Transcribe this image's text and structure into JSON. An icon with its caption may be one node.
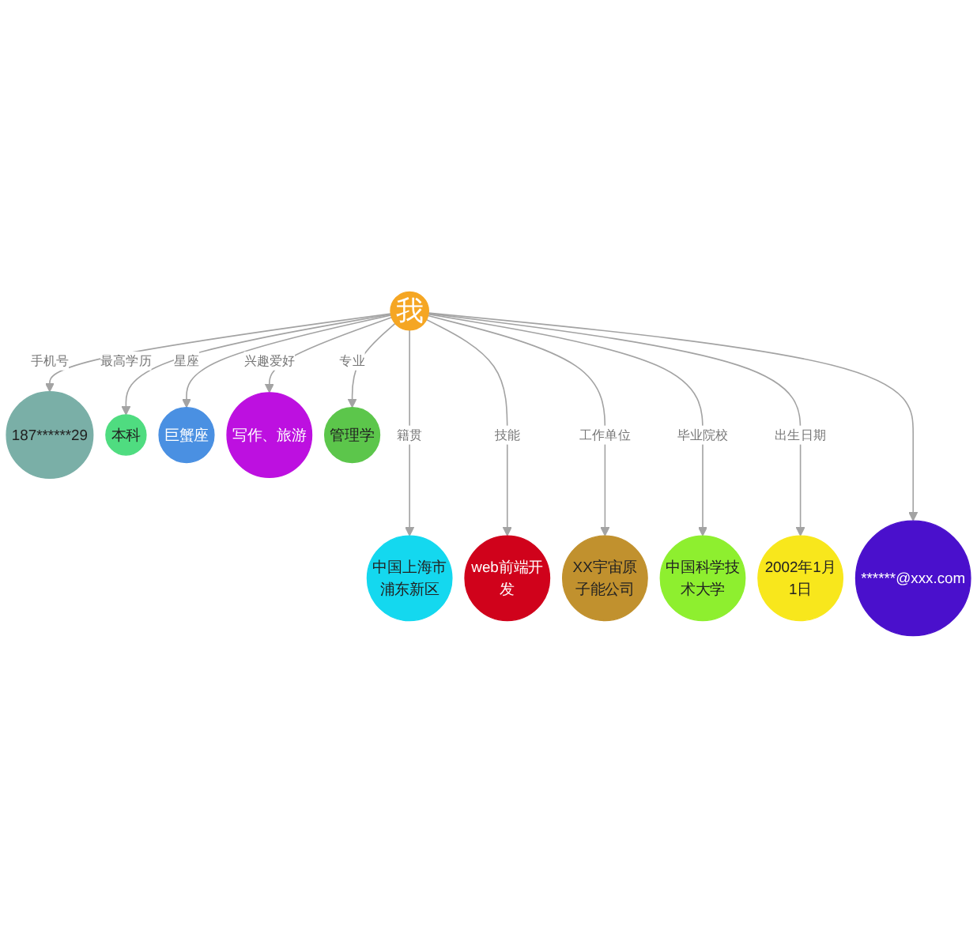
{
  "diagram": {
    "nodes": [
      {
        "text": [
          "我"
        ]
      },
      {
        "text": [
          "187******29"
        ]
      },
      {
        "text": [
          "本科"
        ]
      },
      {
        "text": [
          "中国上海市浦东新区"
        ]
      },
      {
        "text": [
          "巨蟹座"
        ]
      },
      {
        "text": [
          "web前端开发"
        ]
      },
      {
        "text": [
          "XX宇宙原子能公司"
        ]
      },
      {
        "text": [
          "写作、旅游"
        ]
      },
      {
        "text": [
          "管理学"
        ]
      },
      {
        "text": [
          "中国科学技术大学"
        ]
      },
      {
        "text": [
          "2002年1月1日"
        ]
      },
      {
        "text": [
          "******@xxx.com"
        ]
      }
    ],
    "edges": [
      {
        "from": 0,
        "to": 1,
        "arrow": "to",
        "label": "手机号"
      },
      {
        "from": 0,
        "to": 2,
        "arrow": "to",
        "label": "最高学历"
      },
      {
        "from": 0,
        "to": 3,
        "arrow": "to",
        "label": "籍贯"
      },
      {
        "from": 0,
        "to": 4,
        "arrow": "to",
        "label": "星座"
      },
      {
        "from": 0,
        "to": 5,
        "arrow": "to",
        "label": "技能"
      },
      {
        "from": 0,
        "to": 6,
        "arrow": "to",
        "label": "工作单位"
      },
      {
        "from": 0,
        "to": 7,
        "arrow": "to",
        "label": "兴趣爱好"
      },
      {
        "from": 0,
        "to": 8,
        "arrow": "to",
        "label": "专业"
      },
      {
        "from": 0,
        "to": 9,
        "arrow": "to",
        "label": "毕业院校"
      },
      {
        "from": 0,
        "to": 10,
        "arrow": "to",
        "label": "出生日期"
      },
      {
        "from": 0,
        "to": 11,
        "arrow": "to"
      }
    ]
  }
}
